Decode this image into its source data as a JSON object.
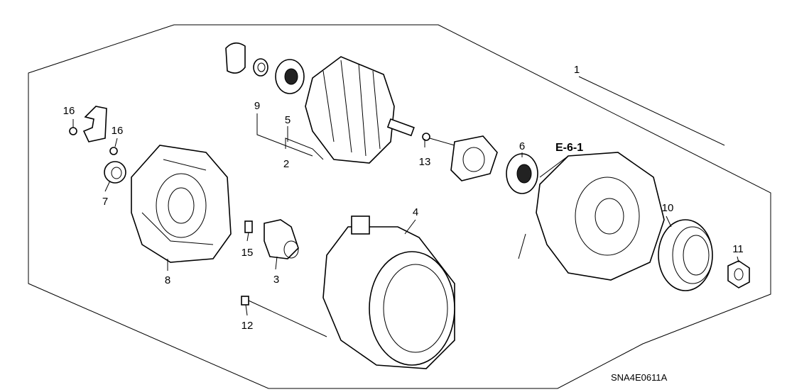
{
  "diagram": {
    "reference": "E-6-1",
    "code": "SNA4E0611A",
    "callouts": {
      "c1": "1",
      "c2": "2",
      "c3": "3",
      "c4": "4",
      "c5": "5",
      "c6": "6",
      "c7": "7",
      "c8": "8",
      "c9": "9",
      "c10": "10",
      "c11": "11",
      "c12": "12",
      "c13": "13",
      "c15": "15",
      "c16a": "16",
      "c16b": "16"
    }
  }
}
